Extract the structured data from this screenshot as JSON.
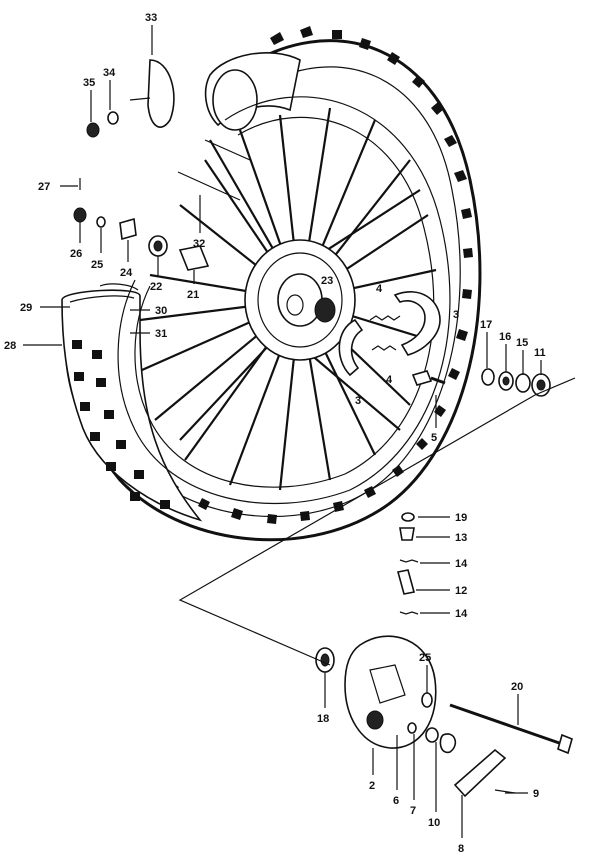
{
  "diagram": {
    "callouts": {
      "c2": "2",
      "c3a": "3",
      "c3b": "3",
      "c4a": "4",
      "c4b": "4",
      "c5": "5",
      "c6": "6",
      "c7": "7",
      "c8": "8",
      "c9": "9",
      "c10": "10",
      "c11": "11",
      "c12": "12",
      "c13": "13",
      "c14a": "14",
      "c14b": "14",
      "c15": "15",
      "c16": "16",
      "c17": "17",
      "c18": "18",
      "c19": "19",
      "c20": "20",
      "c21": "21",
      "c22": "22",
      "c23": "23",
      "c24": "24",
      "c25a": "25",
      "c25b": "25",
      "c26": "26",
      "c27": "27",
      "c28": "28",
      "c29": "29",
      "c30": "30",
      "c31": "31",
      "c32": "32",
      "c33": "33",
      "c34": "34",
      "c35": "35"
    }
  }
}
